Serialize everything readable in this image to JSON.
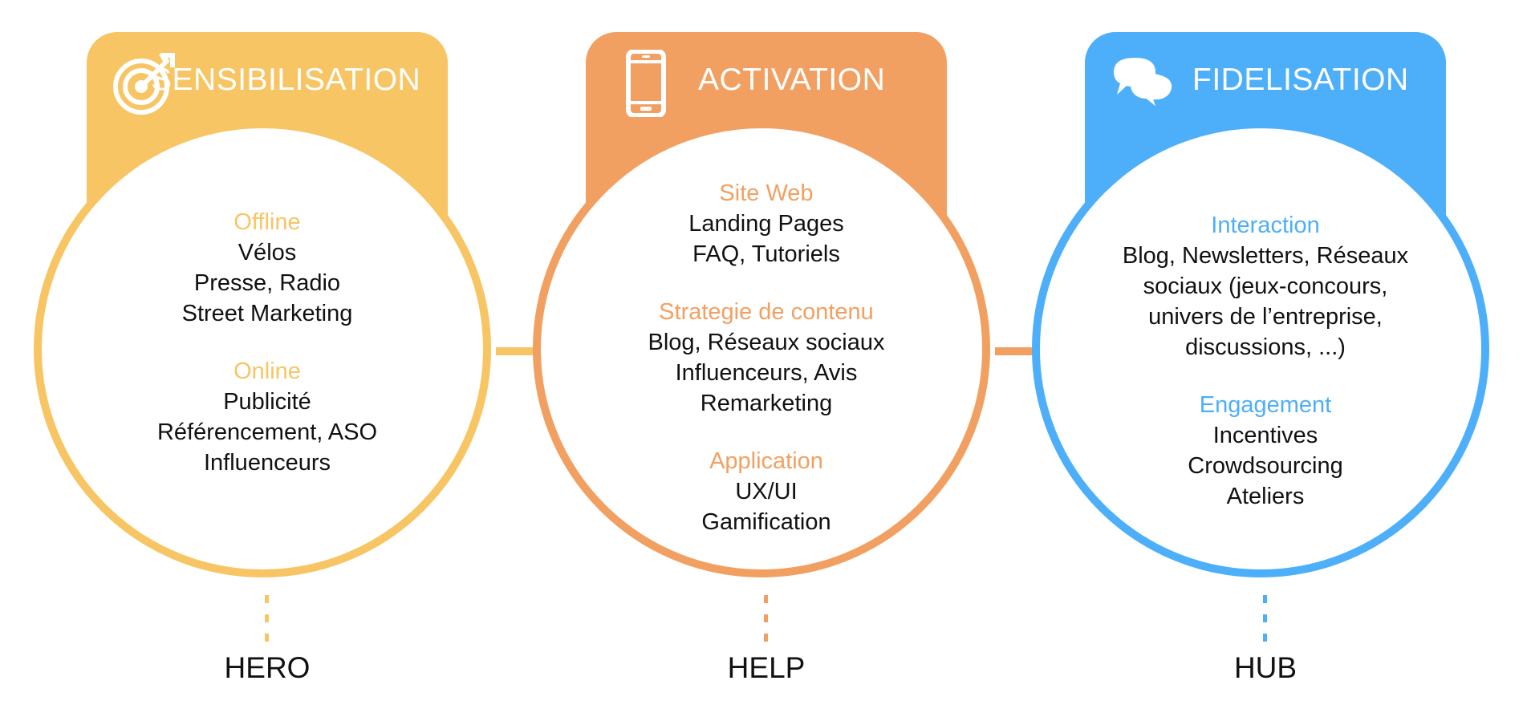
{
  "stages": [
    {
      "title": "SENSIBILISATION",
      "icon": "target-icon",
      "color": "#F8C564",
      "sections": [
        {
          "title": "Offline",
          "items": [
            "Vélos",
            "Presse, Radio",
            "Street Marketing"
          ]
        },
        {
          "title": "Online",
          "items": [
            "Publicité",
            "Référencement, ASO",
            "Influenceurs"
          ]
        }
      ],
      "bottom_label": "HERO"
    },
    {
      "title": "ACTIVATION",
      "icon": "smartphone-icon",
      "color": "#F2A062",
      "sections": [
        {
          "title": "Site Web",
          "items": [
            "Landing Pages",
            "FAQ, Tutoriels"
          ]
        },
        {
          "title": "Strategie de contenu",
          "items": [
            "Blog, Réseaux sociaux",
            "Influenceurs, Avis",
            "Remarketing"
          ]
        },
        {
          "title": "Application",
          "items": [
            "UX/UI",
            "Gamification"
          ]
        }
      ],
      "bottom_label": "HELP"
    },
    {
      "title": "FIDELISATION",
      "icon": "chat-bubbles-icon",
      "color": "#4DAFF9",
      "sections": [
        {
          "title": "Interaction",
          "items": [
            "Blog, Newsletters, Réseaux",
            "sociaux (jeux-concours,",
            "univers de l’entreprise,",
            "discussions, ...)"
          ]
        },
        {
          "title": "Engagement",
          "items": [
            "Incentives",
            "Crowdsourcing",
            "Ateliers"
          ]
        }
      ],
      "bottom_label": "HUB"
    }
  ]
}
